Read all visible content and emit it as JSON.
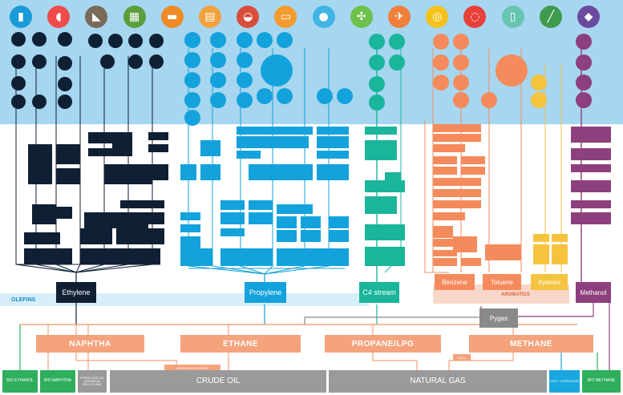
{
  "icons": [
    {
      "name": "smartphone-icon",
      "glyph": "▮",
      "color": "#1a9bd7"
    },
    {
      "name": "bottle-icon",
      "glyph": "◖",
      "color": "#ef4b4b"
    },
    {
      "name": "boot-icon",
      "glyph": "◣",
      "color": "#7a6a58"
    },
    {
      "name": "solar-panel-icon",
      "glyph": "▦",
      "color": "#5c9e3c"
    },
    {
      "name": "car-icon",
      "glyph": "▬",
      "color": "#f08a24"
    },
    {
      "name": "building-icon",
      "glyph": "▤",
      "color": "#f2a23c"
    },
    {
      "name": "ship-icon",
      "glyph": "◒",
      "color": "#d84e3a"
    },
    {
      "name": "paint-roller-icon",
      "glyph": "▭",
      "color": "#f29c2f"
    },
    {
      "name": "pills-icon",
      "glyph": "●",
      "color": "#3fb4e5"
    },
    {
      "name": "wind-turbine-icon",
      "glyph": "✣",
      "color": "#6cc24a"
    },
    {
      "name": "airplane-icon",
      "glyph": "✈",
      "color": "#f07f3c"
    },
    {
      "name": "glasses-icon",
      "glyph": "◎",
      "color": "#f4c21b"
    },
    {
      "name": "bicycle-icon",
      "glyph": "◌",
      "color": "#e8413a"
    },
    {
      "name": "bottle-water-icon",
      "glyph": "▯",
      "color": "#68c5b2"
    },
    {
      "name": "syringe-icon",
      "glyph": "╱",
      "color": "#3e9a4c"
    },
    {
      "name": "surfboard-icon",
      "glyph": "◆",
      "color": "#6b4aa0"
    }
  ],
  "colors": {
    "ethylene": "#0f2035",
    "propylene": "#14a2dc",
    "c4": "#1ab59b",
    "aromatics": "#f58b5c",
    "yellow": "#f6c33f",
    "methanol": "#8e3f7d",
    "feed": "#f5a37d",
    "base": "#9a9a9a",
    "green": "#2fae5b",
    "hydrogen": "#1aa7e0",
    "pygas": "#8a8a8a"
  },
  "hubs": {
    "ethylene": "Ethylene",
    "propylene": "Propylene",
    "c4": "C4 stream",
    "benzene": "Benzene",
    "toluene": "Toluene",
    "xylenes": "Xylenes",
    "methanol": "Methanol",
    "pygas": "Pygas"
  },
  "labels": {
    "olefins": "OLEFINS",
    "aromatics": "AROMATICS",
    "associated_gases": "ASSOCIATED GASES",
    "ngls": "NGLs"
  },
  "feedstocks": {
    "naphtha": "NAPHTHA",
    "ethane": "ETHANE",
    "propane": "PROPANE/LPG",
    "methane": "METHANE"
  },
  "sources": {
    "bio_ethanol": "BIO ETHANOL",
    "bio_naphtha": "BIO NAPHTHA",
    "pyrolysis": "PYROLYSIS OIL CHEMICAL RECYCLING",
    "crude_oil": "CRUDE OIL",
    "natural_gas": "NATURAL GAS",
    "co2_hydrogen": "CO2 + HYDROGEN",
    "bio_methane": "BIO METHANE"
  }
}
